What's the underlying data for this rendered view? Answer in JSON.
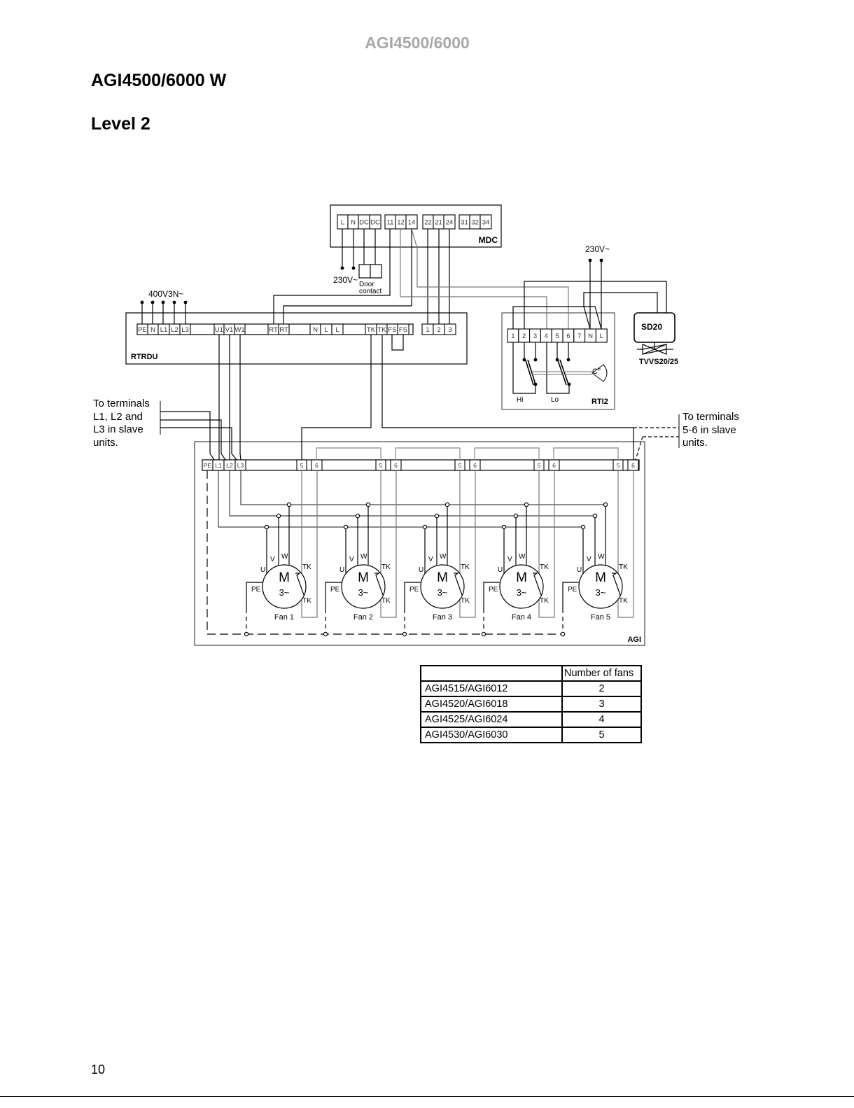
{
  "header": "AGI4500/6000",
  "title": "AGI4500/6000 W",
  "subtitle": "Level 2",
  "page_number": "10",
  "diagram": {
    "mdc": {
      "label": "MDC",
      "terminals": [
        "L",
        "N",
        "DC",
        "DC",
        "11",
        "12",
        "14",
        "22",
        "21",
        "24",
        "31",
        "32",
        "34"
      ]
    },
    "mdc_supply": "230V~",
    "door_contact": [
      "Door",
      "contact"
    ],
    "rtrdu": {
      "label": "RTRDU",
      "terminals": [
        "PE",
        "N",
        "L1",
        "L2",
        "L3",
        "U1",
        "V1",
        "W1",
        "RT",
        "RT",
        "N",
        "L",
        "L",
        "TK",
        "TK",
        "FS",
        "FS",
        "1",
        "2",
        "3"
      ]
    },
    "rtrdu_supply": "400V3N~",
    "rti2": {
      "label": "RTI2",
      "terminals": [
        "1",
        "2",
        "3",
        "4",
        "5",
        "6",
        "7",
        "N",
        "L"
      ],
      "hi": "Hi",
      "lo": "Lo",
      "sensor": "C°"
    },
    "rti2_supply": "230V~",
    "sd20": "SD20",
    "valve": "TVVS20/25",
    "agi": {
      "label": "AGI",
      "terminals_main": [
        "PE",
        "L1",
        "L2",
        "L3"
      ],
      "terminal_5": "5",
      "terminal_6": "6"
    },
    "note_left": [
      "To terminals",
      "L1, L2 and",
      "L3 in slave",
      "units."
    ],
    "note_right": [
      "To terminals",
      "5-6 in slave",
      "units."
    ],
    "motor": {
      "symbol": "M",
      "phase": "3~",
      "u": "U",
      "v": "V",
      "w": "W",
      "tk": "TK",
      "pe": "PE"
    },
    "fans": [
      "Fan 1",
      "Fan 2",
      "Fan 3",
      "Fan 4",
      "Fan 5"
    ]
  },
  "table": {
    "header": [
      "",
      "Number of fans"
    ],
    "rows": [
      [
        "AGI4515/AGI6012",
        "2"
      ],
      [
        "AGI4520/AGI6018",
        "3"
      ],
      [
        "AGI4525/AGI6024",
        "4"
      ],
      [
        "AGI4530/AGI6030",
        "5"
      ]
    ]
  }
}
